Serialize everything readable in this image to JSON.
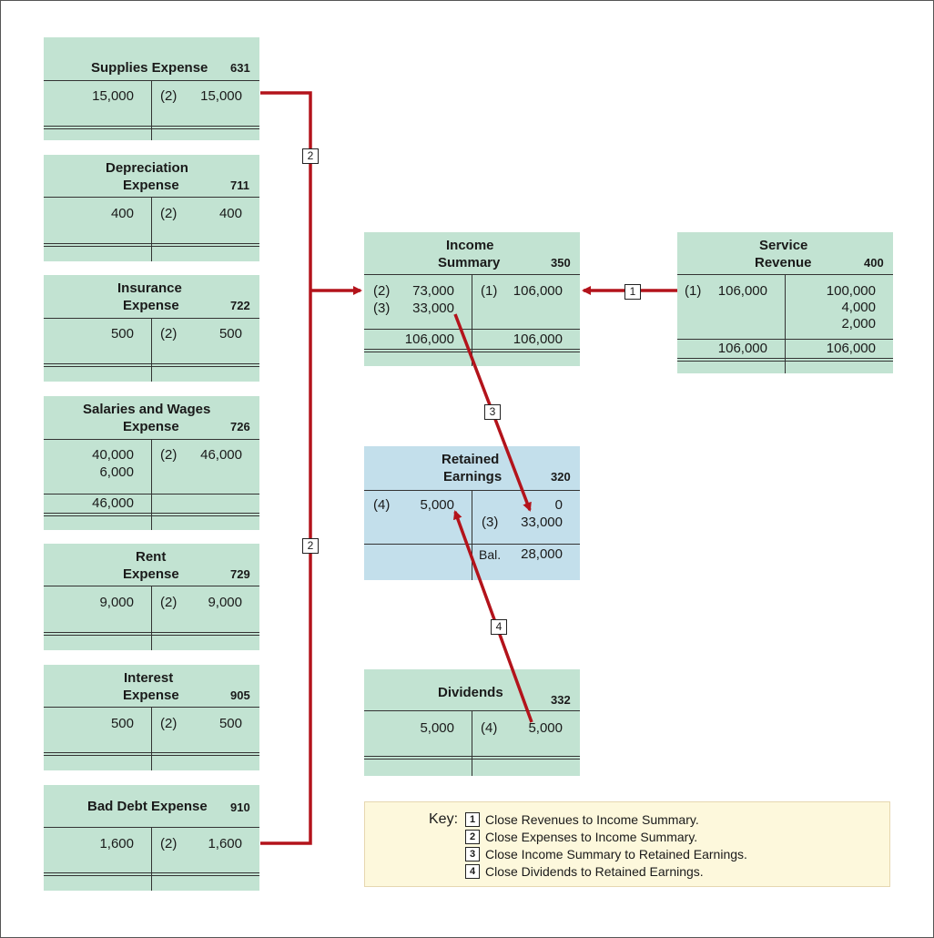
{
  "colors": {
    "account_bg": "#c2e3d2",
    "retained_bg": "#c3dfeb",
    "arrow": "#b3131b",
    "key_bg": "#fdf8dc"
  },
  "accounts": {
    "supplies": {
      "name": "Supplies Expense",
      "no": "631",
      "d1": "15,000",
      "ref": "(2)",
      "c1": "15,000"
    },
    "depreciation": {
      "name_l1": "Depreciation",
      "name_l2": "Expense",
      "no": "711",
      "d1": "400",
      "ref": "(2)",
      "c1": "400"
    },
    "insurance": {
      "name_l1": "Insurance",
      "name_l2": "Expense",
      "no": "722",
      "d1": "500",
      "ref": "(2)",
      "c1": "500"
    },
    "salaries": {
      "name_l1": "Salaries and Wages",
      "name_l2": "Expense",
      "no": "726",
      "d1": "40,000",
      "d2": "6,000",
      "ref": "(2)",
      "c1": "46,000",
      "total": "46,000"
    },
    "rent": {
      "name_l1": "Rent",
      "name_l2": "Expense",
      "no": "729",
      "d1": "9,000",
      "ref": "(2)",
      "c1": "9,000"
    },
    "interest": {
      "name_l1": "Interest",
      "name_l2": "Expense",
      "no": "905",
      "d1": "500",
      "ref": "(2)",
      "c1": "500"
    },
    "baddebt": {
      "name": "Bad Debt Expense",
      "no": "910",
      "d1": "1,600",
      "ref": "(2)",
      "c1": "1,600"
    },
    "income_summary": {
      "name_l1": "Income",
      "name_l2": "Summary",
      "no": "350",
      "dref1": "(2)",
      "d1": "73,000",
      "dref2": "(3)",
      "d2": "33,000",
      "cref1": "(1)",
      "c1": "106,000",
      "dtotal": "106,000",
      "ctotal": "106,000"
    },
    "service_revenue": {
      "name_l1": "Service",
      "name_l2": "Revenue",
      "no": "400",
      "dref1": "(1)",
      "d1": "106,000",
      "c1": "100,000",
      "c2": "4,000",
      "c3": "2,000",
      "dtotal": "106,000",
      "ctotal": "106,000"
    },
    "retained": {
      "name_l1": "Retained",
      "name_l2": "Earnings",
      "no": "320",
      "dref1": "(4)",
      "d1": "5,000",
      "c1": "0",
      "cref2": "(3)",
      "c2": "33,000",
      "bal_label": "Bal.",
      "bal": "28,000"
    },
    "dividends": {
      "name": "Dividends",
      "no": "332",
      "d1": "5,000",
      "cref1": "(4)",
      "c1": "5,000"
    }
  },
  "tags": {
    "one": "1",
    "two": "2",
    "three": "3",
    "four": "4"
  },
  "key": {
    "title": "Key:",
    "items": [
      {
        "num": "1",
        "text": "Close Revenues to Income Summary."
      },
      {
        "num": "2",
        "text": "Close Expenses to Income Summary."
      },
      {
        "num": "3",
        "text": "Close Income Summary to Retained Earnings."
      },
      {
        "num": "4",
        "text": "Close Dividends to Retained Earnings."
      }
    ]
  }
}
